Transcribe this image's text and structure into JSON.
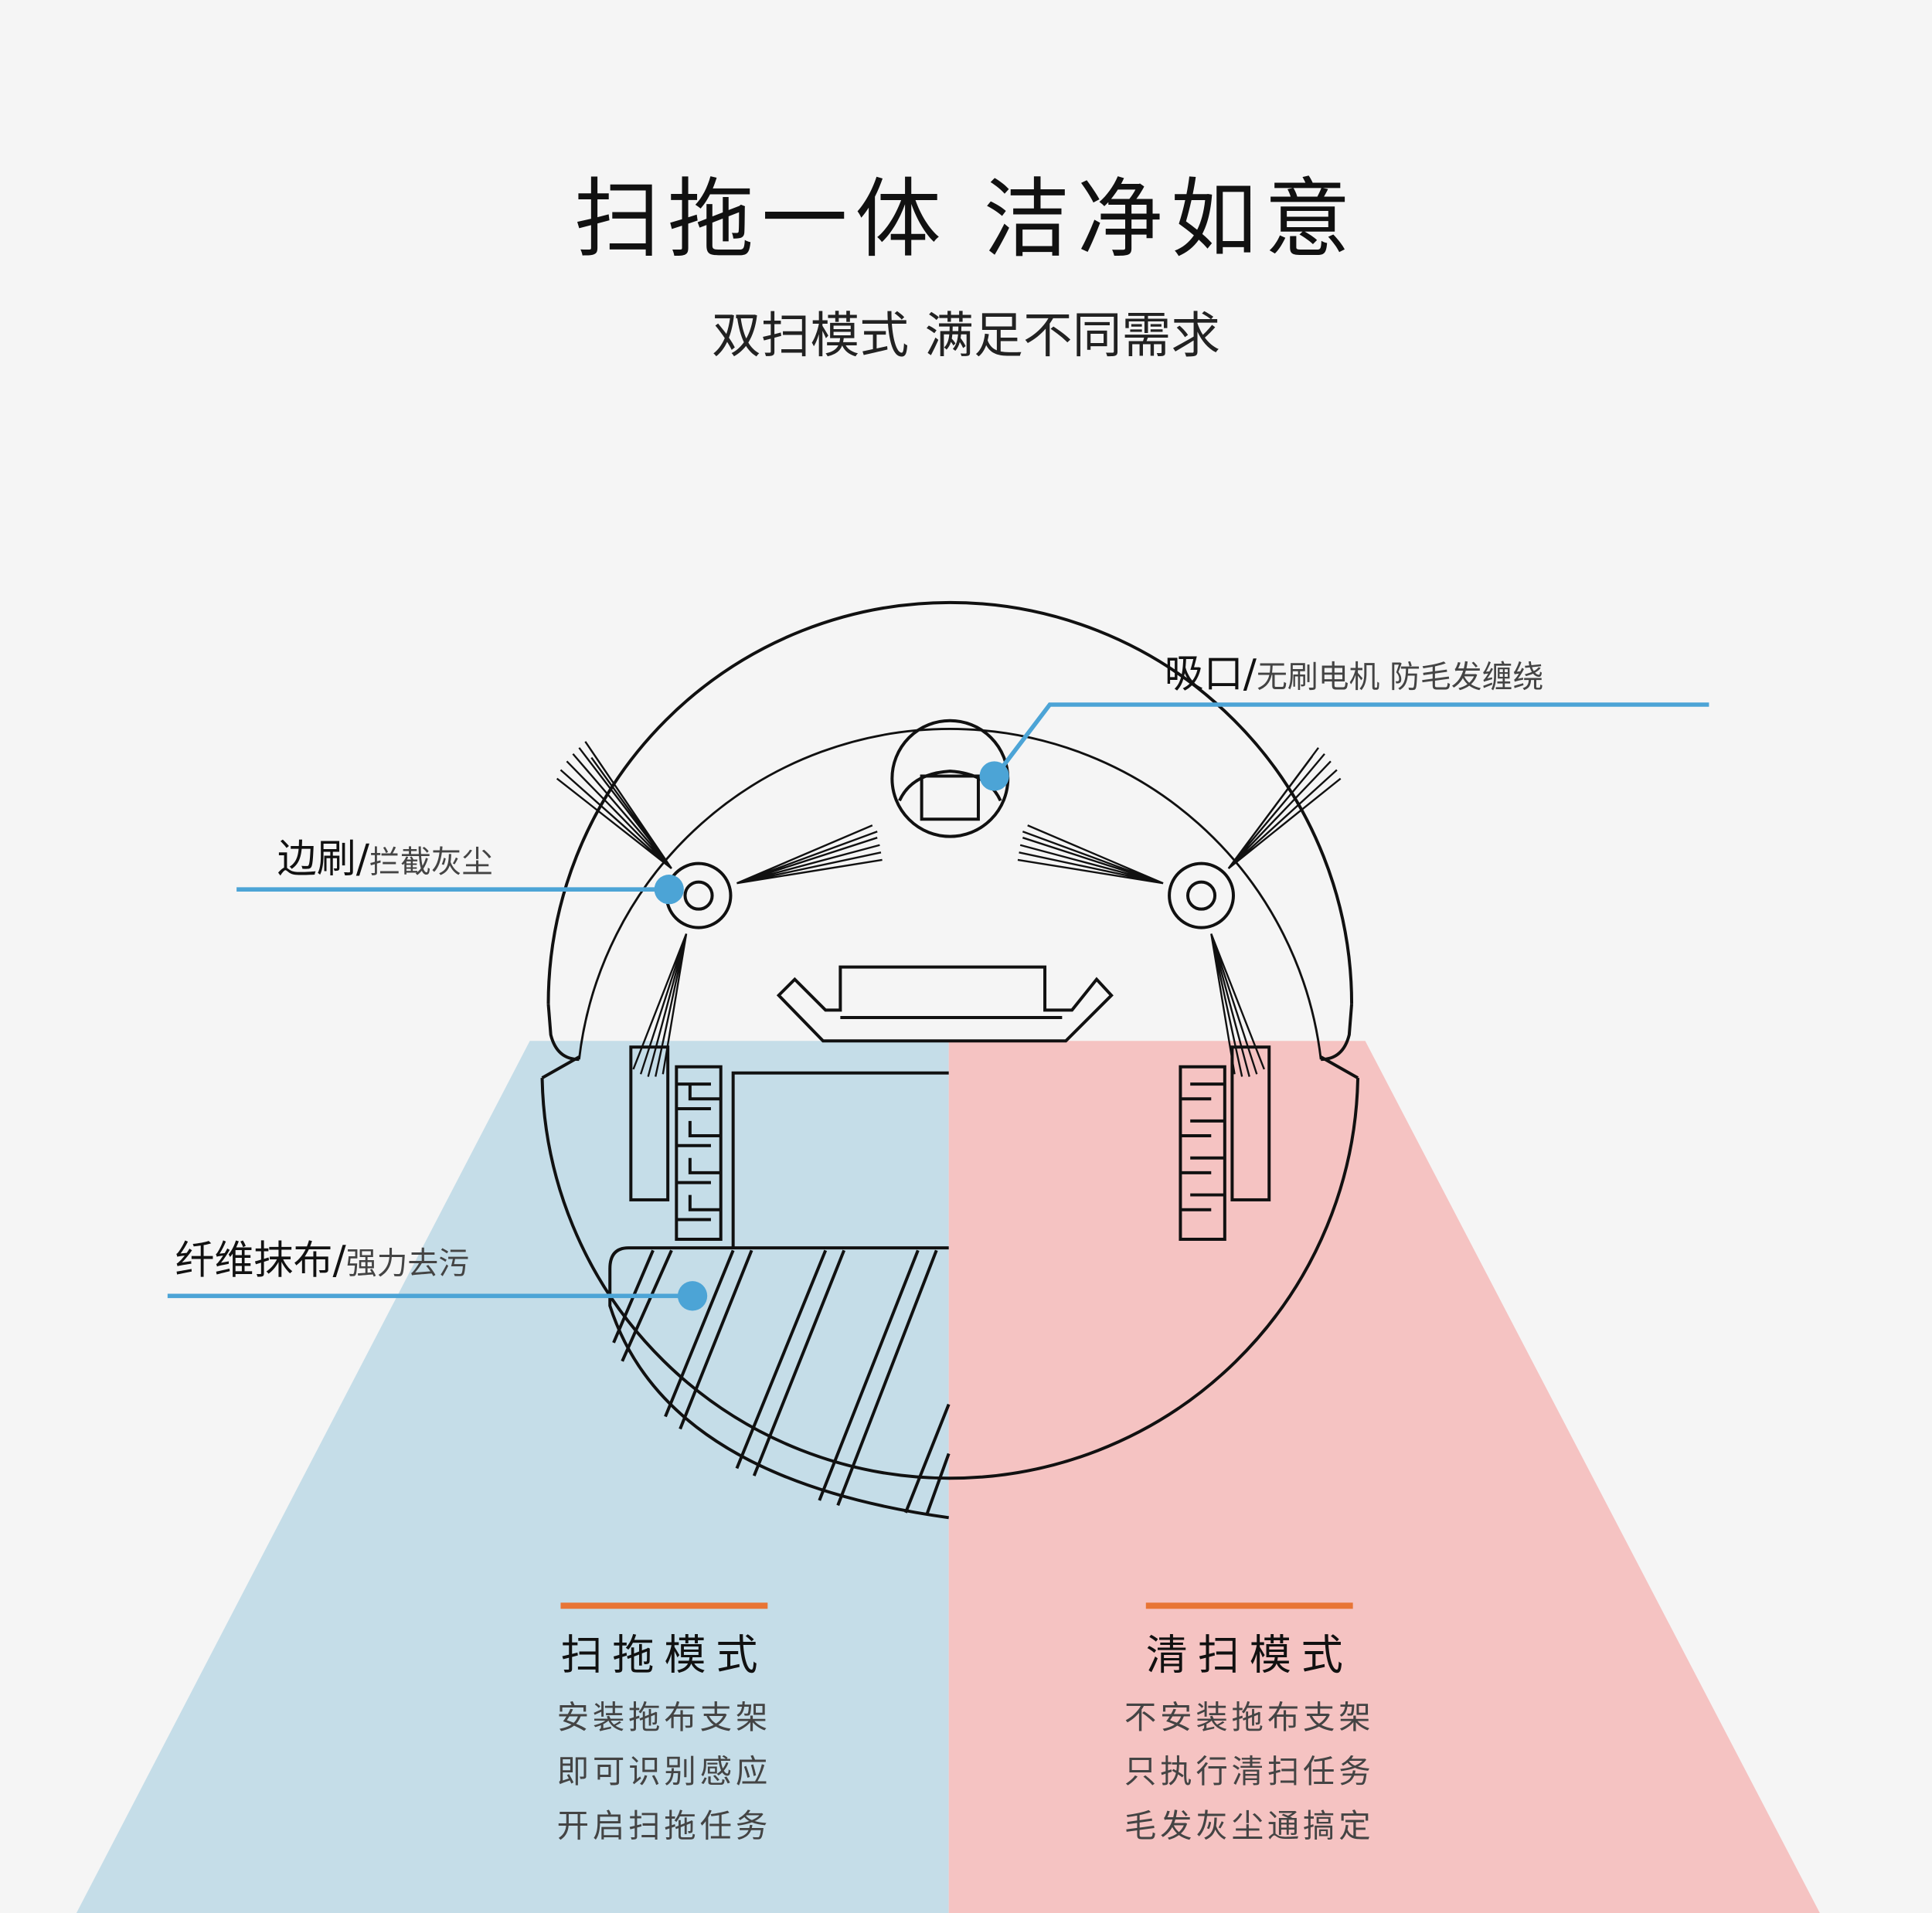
{
  "header": {
    "title": "扫拖一体 洁净如意",
    "subtitle": "双扫模式 满足不同需求"
  },
  "callouts": [
    {
      "main": "吸口",
      "sep": "/",
      "detail": "无刷电机 防毛发缠绕"
    },
    {
      "main": "边刷",
      "sep": "/",
      "detail": "拦截灰尘"
    },
    {
      "main": "纤维抹布",
      "sep": "/",
      "detail": "强力去污"
    }
  ],
  "modes": [
    {
      "title": "扫拖模式",
      "lines": [
        "安装拖布支架",
        "即可识别感应",
        "开启扫拖任务"
      ]
    },
    {
      "title": "清扫模式",
      "lines": [
        "不安装拖布支架",
        "只执行清扫任务",
        "毛发灰尘通搞定"
      ]
    }
  ],
  "colors": {
    "background": "#f5f5f5",
    "mop_mode": "#c5dde8",
    "sweep_mode": "#f5c3c2",
    "callout": "#4ca4d6",
    "accent": "#e87535"
  }
}
